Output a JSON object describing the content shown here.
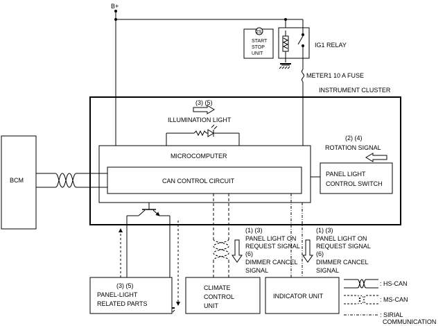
{
  "supply": {
    "b_plus": "B+"
  },
  "start_stop": {
    "badge": "2S",
    "line1": "START",
    "line2": "STOP",
    "line3": "UNIT"
  },
  "relay": {
    "label": "IG1 RELAY"
  },
  "fuse": {
    "label": "METER1 10 A FUSE"
  },
  "cluster": {
    "label": "INSTRUMENT CLUSTER"
  },
  "illumination": {
    "steps": "(3) (5)",
    "label": "ILLUMINATION LIGHT"
  },
  "rotation": {
    "steps": "(2) (4)",
    "label": "ROTATION SIGNAL"
  },
  "micro": {
    "label": "MICROCOMPUTER"
  },
  "can_circuit": {
    "label": "CAN CONTROL CIRCUIT"
  },
  "panel_switch": {
    "line1": "PANEL LIGHT",
    "line2": "CONTROL SWITCH"
  },
  "bcm": {
    "label": "BCM"
  },
  "climate_signals": {
    "steps_a": "(1) (3)",
    "a_line1": "PANEL LIGHT ON",
    "a_line2": "REQUEST SIGNAL",
    "steps_b": "(6)",
    "b_line1": "DIMMER CANCEL",
    "b_line2": "SIGNAL"
  },
  "indicator_signals": {
    "steps_a": "(1) (3)",
    "a_line1": "PANEL LIGHT ON",
    "a_line2": "REQUEST SIGNAL",
    "steps_b": "(6)",
    "b_line1": "DIMMER CANCEL",
    "b_line2": "SIGNAL"
  },
  "panel_parts": {
    "steps": "(3) (5)",
    "line1": "PANEL-LIGHT",
    "line2": "RELATED PARTS"
  },
  "climate": {
    "line1": "CLIMATE",
    "line2": "CONTROL",
    "line3": "UNIT"
  },
  "indicator": {
    "label": "INDICATOR UNIT"
  },
  "legend": {
    "hs": ": HS-CAN",
    "ms": ": MS-CAN",
    "serial1": ": SIRIAL",
    "serial2": "COMMUNICATION"
  }
}
